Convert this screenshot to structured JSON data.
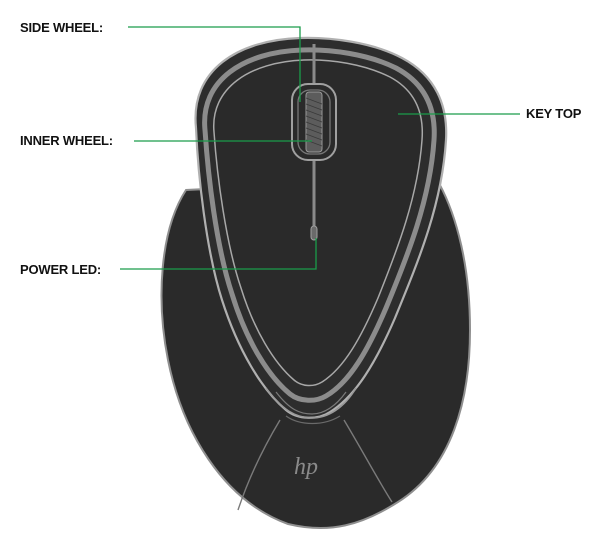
{
  "callouts": {
    "side_wheel": "SIDE WHEEL:",
    "inner_wheel": "INNER WHEEL:",
    "power_led": "POWER LED:",
    "key_top": "KEY TOP"
  },
  "brand": {
    "logo_text": "hp"
  },
  "colors": {
    "leader_line": "#1a9c4a",
    "mouse_body": "#2a2a2a",
    "mouse_outline": "#9a9a9a",
    "background": "#ffffff"
  }
}
